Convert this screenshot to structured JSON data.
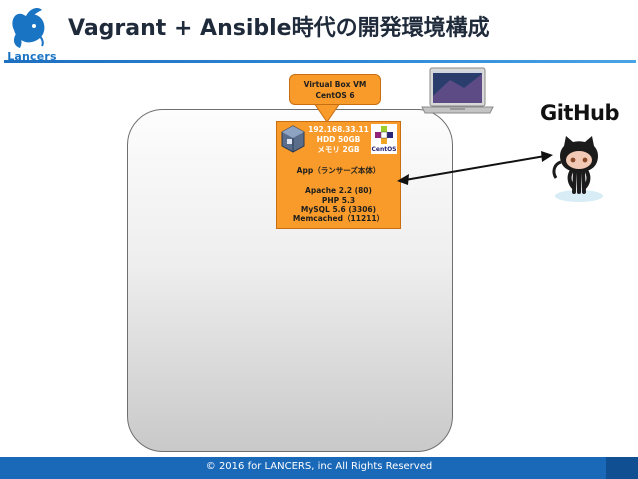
{
  "header": {
    "logo_text": "Lancers",
    "title": "Vagrant + Ansible時代の開発環境構成"
  },
  "callout": {
    "line1": "Virtual Box VM",
    "line2": "CentOS 6"
  },
  "vm": {
    "ip": "192.168.33.11",
    "hdd": "HDD 50GB",
    "memory": "メモリ 2GB",
    "app": "App（ランサーズ本体）",
    "apache": "Apache 2.2 (80)",
    "php": "PHP 5.3",
    "mysql": "MySQL 5.6 (3306)",
    "memcached": "Memcached（11211）"
  },
  "github": {
    "label": "GitHub"
  },
  "footer": {
    "copyright": "© 2016 for LANCERS, inc All Rights Reserved"
  },
  "colors": {
    "accent_blue": "#1a68b8",
    "vm_orange": "#f89b2a",
    "title_dark": "#1f2a3a"
  }
}
